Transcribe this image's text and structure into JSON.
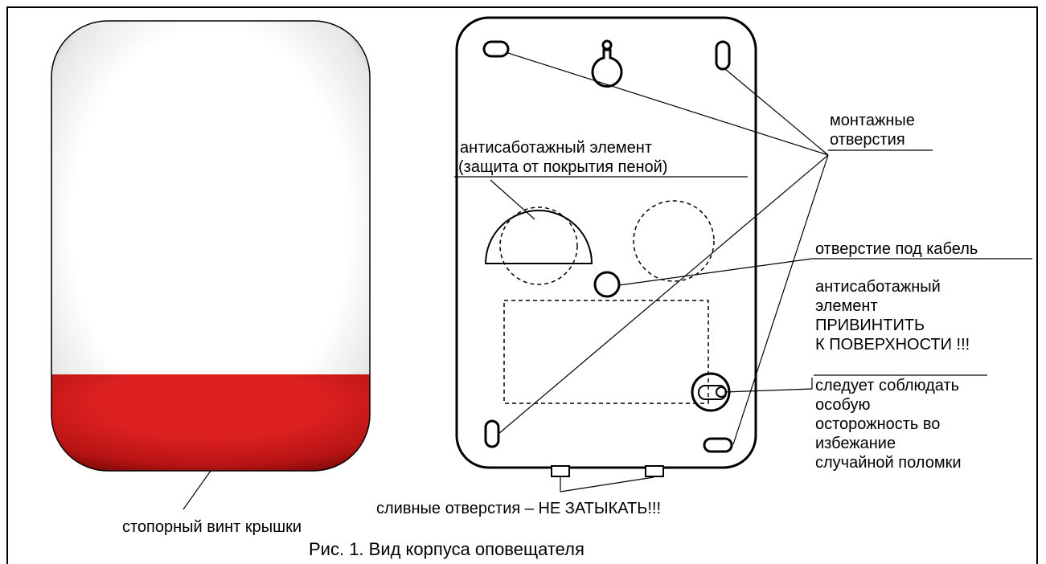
{
  "labels": {
    "mounting_holes": [
      "монтажные",
      "отверстия"
    ],
    "tamper_foam": [
      "антисаботажный элемент",
      "(защита от покрытия пеной)"
    ],
    "cable_hole": "отверстие под кабель",
    "tamper_screw": [
      "антисаботажный",
      "элемент",
      "ПРИВИНТИТЬ",
      "К ПОВЕРХНОСТИ !!!"
    ],
    "caution": [
      "следует соблюдать",
      "особую",
      "осторожность во",
      "избежание",
      "случайной поломки"
    ],
    "drain_holes": "сливные отверстия – НЕ ЗАТЫКАТЬ!!!",
    "cover_screw": "стопорный винт крышки",
    "caption": "Рис. 1. Вид корпуса оповещателя"
  },
  "colors": {
    "cover_white": "#ffffff",
    "cover_red": "#d42020",
    "outline": "#000000"
  }
}
